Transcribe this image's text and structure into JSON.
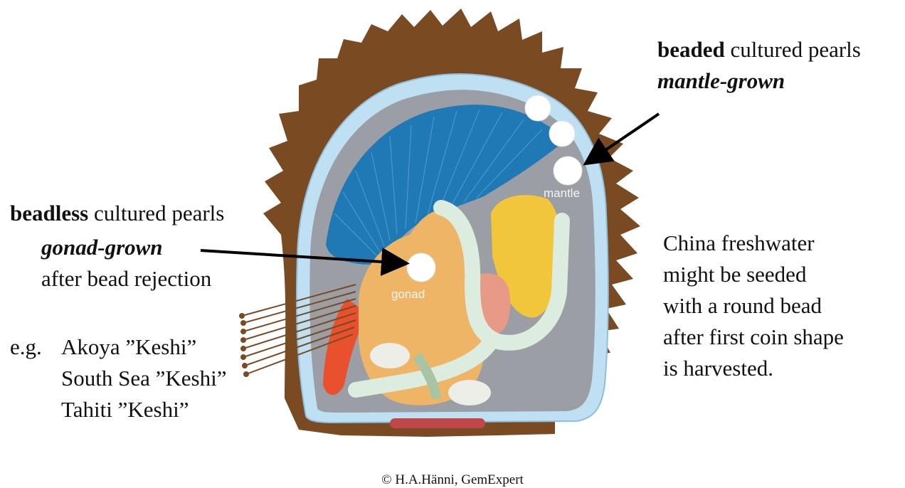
{
  "beaded": {
    "line1_bold": "beaded",
    "line1_rest": " cultured pearls",
    "line2": "mantle-grown"
  },
  "beadless": {
    "line1_bold": "beadless",
    "line1_rest": " cultured pearls",
    "line2": "gonad-grown",
    "line3": "after bead rejection"
  },
  "examples": {
    "prefix": "e.g.",
    "items": [
      "Akoya ”Keshi”",
      "South Sea ”Keshi”",
      "Tahiti ”Keshi”"
    ]
  },
  "china_note": {
    "lines": [
      "China freshwater",
      "might be seeded",
      "with a round bead",
      "after first coin shape",
      "is harvested."
    ]
  },
  "labels": {
    "mantle": "mantle",
    "gonad": "gonad"
  },
  "copyright": "© H.A.Hänni, GemExpert",
  "colors": {
    "shell": "#7a4a22",
    "mantle_rim": "#bfe0f2",
    "body": "#9b9ea4",
    "gills": "#1f79b4",
    "gonad": "#eeb566",
    "digestive_gland": "#f2c63a",
    "pearl": "#ffffff",
    "arrow": "#000000"
  }
}
